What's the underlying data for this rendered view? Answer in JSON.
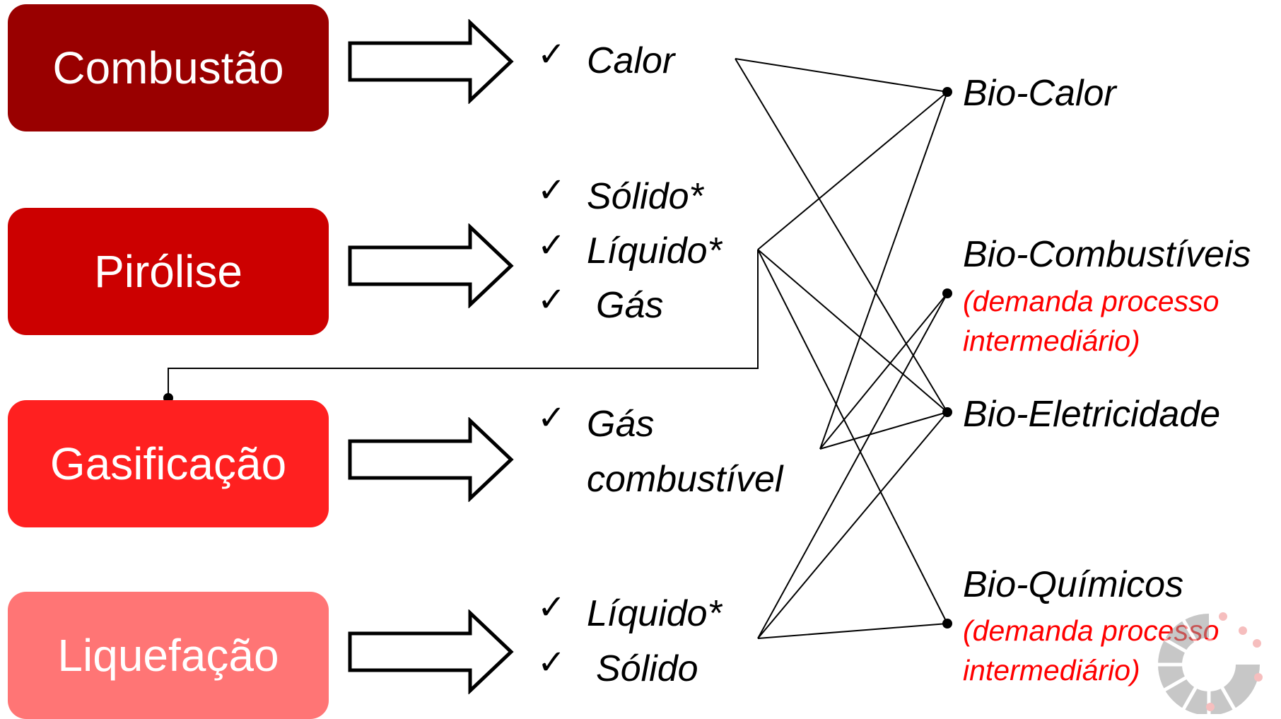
{
  "processes": [
    "Combustão",
    "Pirólise",
    "Gasificação",
    "Liquefação"
  ],
  "outputs": {
    "combustao": [
      "Calor"
    ],
    "pirolise": [
      "Sólido*",
      "Líquido*",
      "Gás"
    ],
    "gasificacao": [
      "Gás",
      "combustível"
    ],
    "liquefacao": [
      "Líquido*",
      "Sólido"
    ]
  },
  "check_glyph": "✓",
  "targets": {
    "bio_calor": "Bio-Calor",
    "bio_combustiveis": "Bio-Combustíveis",
    "bio_combustiveis_note": [
      "(demanda processo",
      "intermediário)"
    ],
    "bio_eletricidade": "Bio-Eletricidade",
    "bio_quimicos": "Bio-Químicos",
    "bio_quimicos_note": [
      "(demanda processo",
      "intermediário)"
    ]
  },
  "colors": {
    "combustao": "#990000",
    "pirolise": "#cc0000",
    "gasificacao": "#ff2020",
    "liquefacao": "#ff7575",
    "note": "#ff0000"
  },
  "icons": [
    "right-arrow-icon",
    "check-icon",
    "university-logo-icon"
  ]
}
